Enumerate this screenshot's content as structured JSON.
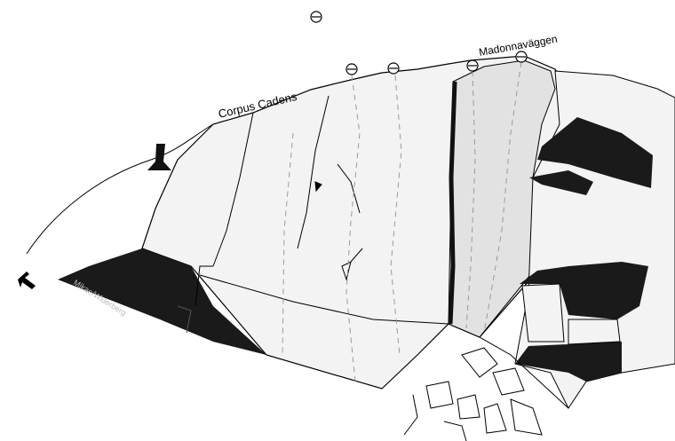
{
  "labels": {
    "route_left": "Corpus Cadens",
    "route_right": "Madonnaväggen",
    "signature": "Mikae/Widerberg"
  },
  "colors": {
    "face": "#f3f3f3",
    "slab": "#e2e2e2",
    "rock_dark": "#1a1a1a",
    "line": "#000000",
    "route_dash": "#9a9a9a"
  },
  "icons": [
    "route-anchor-icon",
    "approach-arrow-icon",
    "tree-icon"
  ]
}
